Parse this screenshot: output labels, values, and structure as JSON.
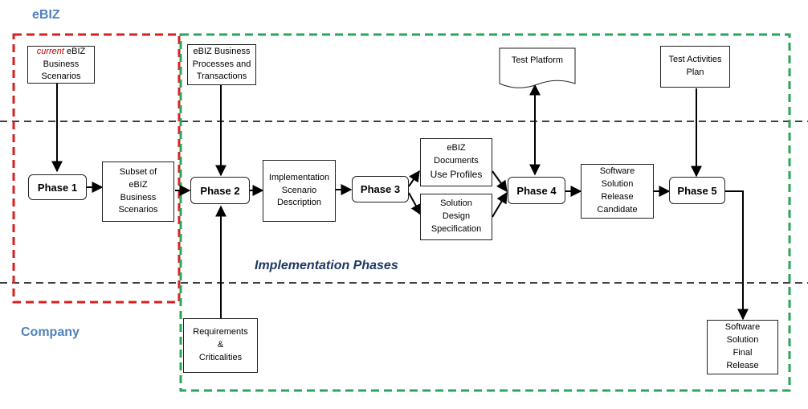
{
  "lanes": {
    "top": "eBIZ",
    "bottom": "Company"
  },
  "section_label": "Implementation Phases",
  "colors": {
    "lane_label": "#4f81bd",
    "section_label": "#1f3864",
    "red_region": "#d42121",
    "green_region": "#2aa55a",
    "highlight": "#c00000"
  },
  "phases": {
    "p1": "Phase 1",
    "p2": "Phase 2",
    "p3": "Phase 3",
    "p4": "Phase 4",
    "p5": "Phase 5"
  },
  "boxes": {
    "current_scenarios": {
      "emph": "current",
      "l1": "eBIZ",
      "l2": "Business",
      "l3": "Scenarios"
    },
    "subset": [
      "Subset of",
      "eBIZ",
      "Business",
      "Scenarios"
    ],
    "processes": [
      "eBIZ Business",
      "Processes and",
      "Transactions"
    ],
    "impl_desc": [
      "Implementation",
      "Scenario",
      "Description"
    ],
    "use_profiles": [
      "eBIZ",
      "Documents",
      "Use Profiles"
    ],
    "solution_design": [
      "Solution",
      "Design",
      "Specification"
    ],
    "test_platform": "Test Platform",
    "test_plan": [
      "Test Activities",
      "Plan"
    ],
    "release_candidate": [
      "Software",
      "Solution",
      "Release",
      "Candidate"
    ],
    "requirements": [
      "Requirements",
      "&",
      "Criticalities"
    ],
    "final_release": [
      "Software",
      "Solution",
      "Final",
      "Release"
    ]
  }
}
